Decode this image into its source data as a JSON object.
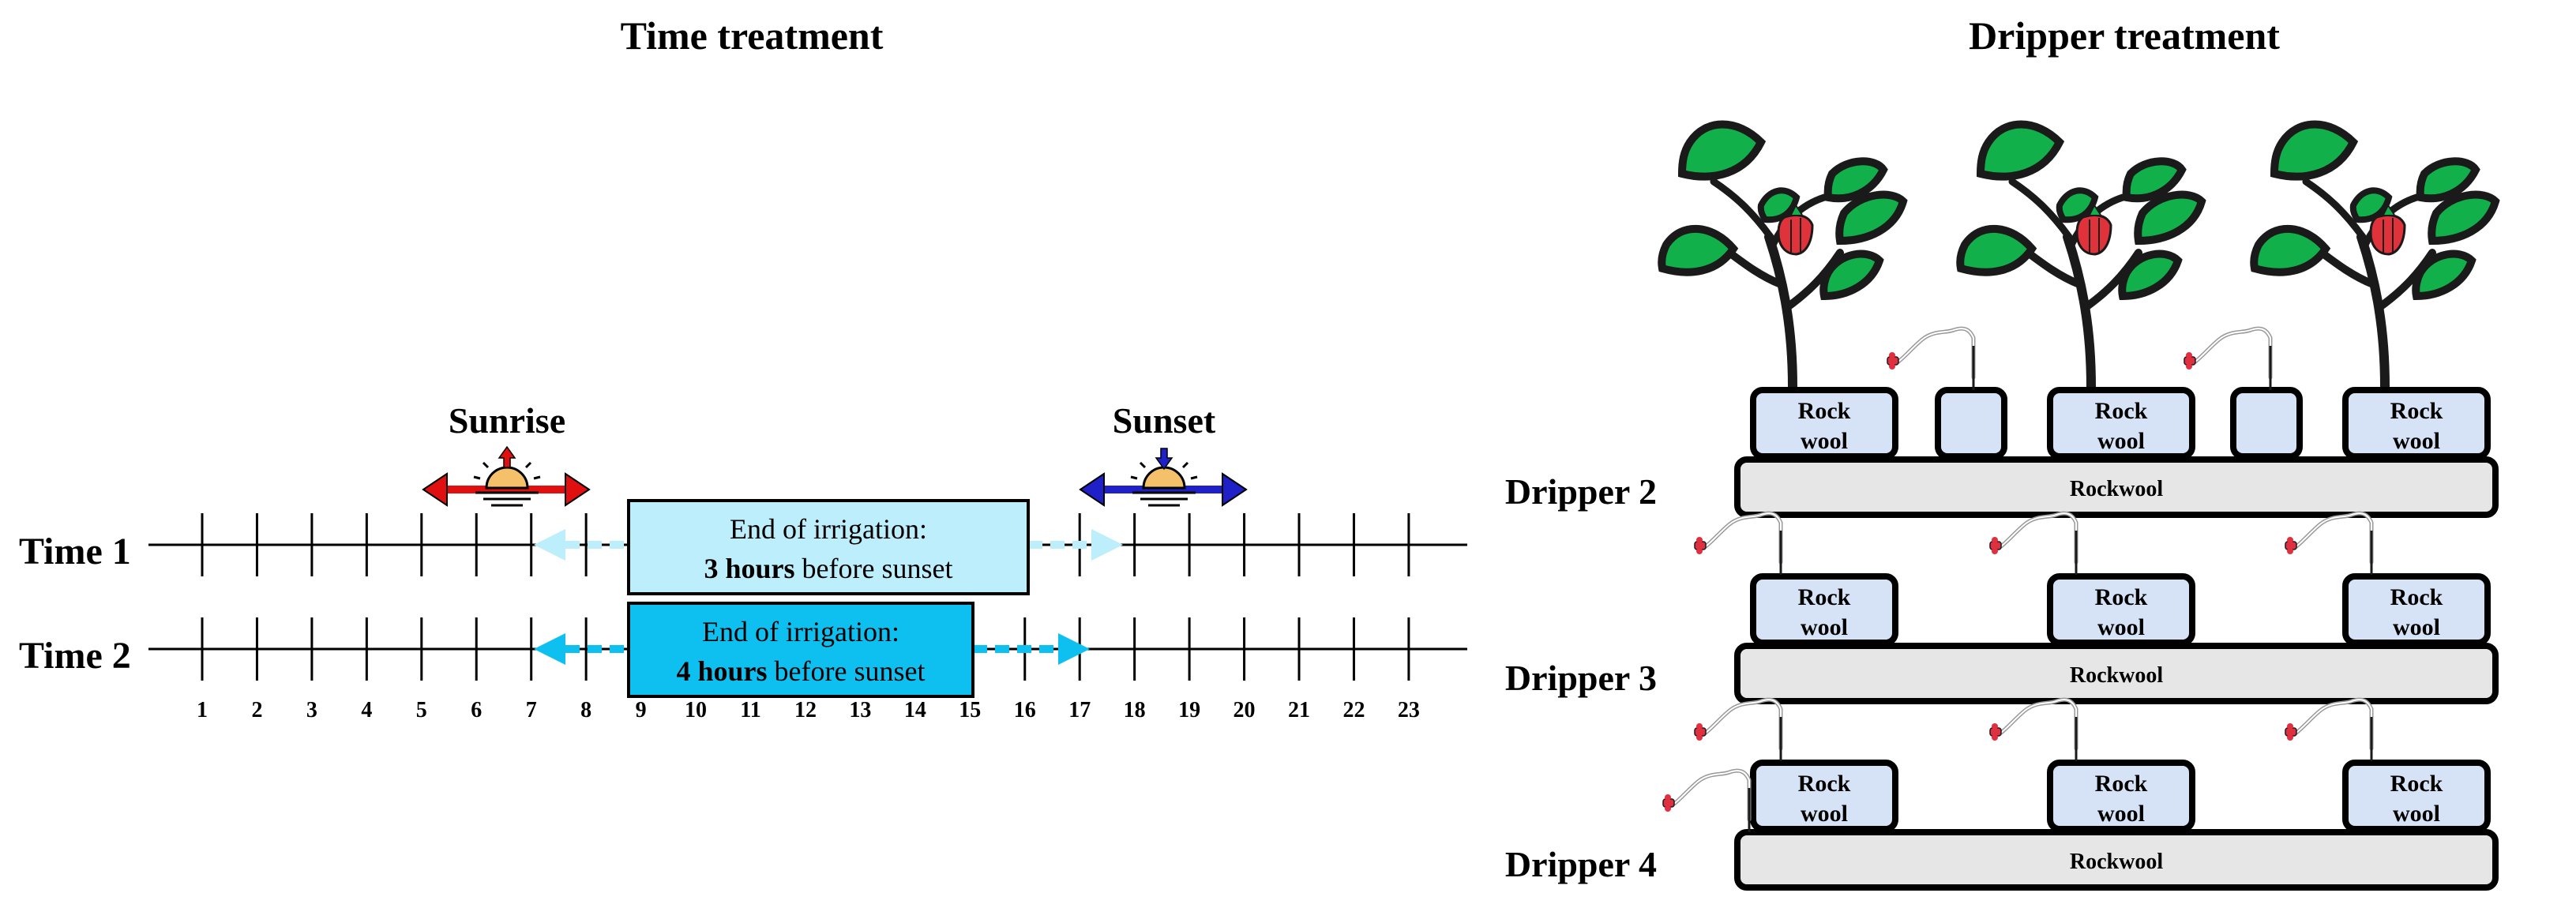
{
  "left_title": "Time treatment",
  "right_title": "Dripper treatment",
  "hour_ticks": [
    "1",
    "2",
    "3",
    "4",
    "5",
    "6",
    "7",
    "8",
    "9",
    "10",
    "11",
    "12",
    "13",
    "14",
    "15",
    "16",
    "17",
    "18",
    "19",
    "20",
    "21",
    "22",
    "23"
  ],
  "sunrise_label": "Sunrise",
  "sunset_label": "Sunset",
  "time_rows": [
    {
      "label": "Time 1",
      "box_line1": "End of irrigation:",
      "box_bold": "3 hours",
      "box_rest": " before sunset",
      "box_color": "#bdeefb"
    },
    {
      "label": "Time 2",
      "box_line1": "End of irrigation:",
      "box_bold": "4 hours",
      "box_rest": " before sunset",
      "box_color": "#0ec0f0"
    }
  ],
  "drippers": [
    {
      "label": "Dripper 2",
      "slab": "Rockwool",
      "block": [
        "Rock",
        "wool"
      ]
    },
    {
      "label": "Dripper 3",
      "slab": "Rockwool",
      "block": [
        "Rock",
        "wool"
      ]
    },
    {
      "label": "Dripper 4",
      "slab": "Rockwool",
      "block": [
        "Rock",
        "wool"
      ]
    }
  ],
  "colors": {
    "sunrise_arrow": "#e01010",
    "sunset_arrow": "#2020c8",
    "sun": "#f5c06a",
    "leaf": "#12b04a",
    "pepper": "#e0323a",
    "block_fill": "#d6e2f5",
    "slab_fill": "#e6e6e6",
    "dripper_head": "#e03040",
    "time1_arrow": "#bdeefb",
    "time2_arrow": "#0ec0f0"
  }
}
